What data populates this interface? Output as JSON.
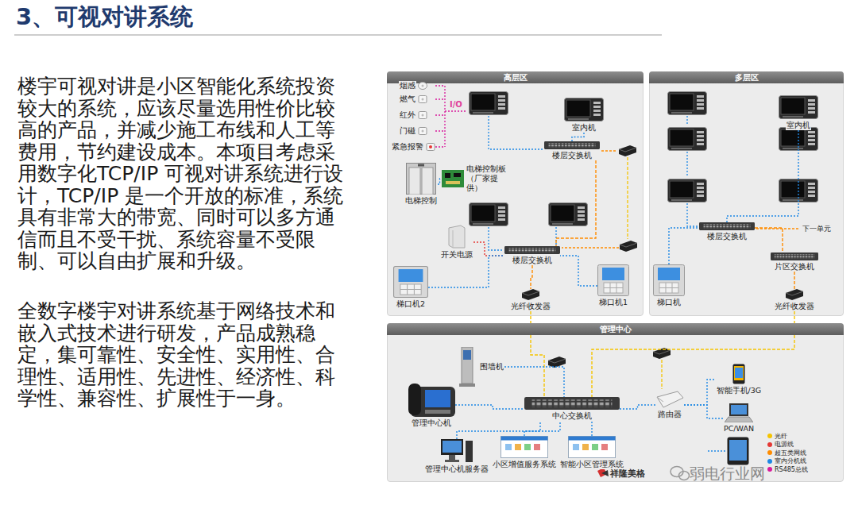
{
  "diagram": {
    "title": "3、可视对讲系统",
    "nodes": [
      {
        "text": [
          "高层区"
        ]
      },
      {
        "text": [
          "多层区"
        ]
      },
      {
        "text": [
          "管理中心"
        ]
      },
      {
        "text": [
          "烟感"
        ],
        "in": 0
      },
      {
        "text": [
          "燃气"
        ],
        "in": 0
      },
      {
        "text": [
          "红外"
        ],
        "in": 0
      },
      {
        "text": [
          "门磁"
        ],
        "in": 0
      },
      {
        "text": [
          "紧急报警"
        ],
        "in": 0
      },
      {
        "text": [
          "室内机"
        ],
        "in": 0
      },
      {
        "text": [
          "楼层交换机"
        ],
        "in": 0
      },
      {
        "text": [
          "电梯控制板（厂家提供）"
        ],
        "in": 0
      },
      {
        "text": [
          "电梯控制"
        ],
        "in": 0
      },
      {
        "text": [
          "开关电源"
        ],
        "in": 0
      },
      {
        "text": [
          "楼层交换机"
        ],
        "in": 0
      },
      {
        "text": [
          "梯口机2"
        ],
        "in": 0
      },
      {
        "text": [
          "光纤收发器"
        ],
        "in": 0
      },
      {
        "text": [
          "梯口机1"
        ],
        "in": 0
      },
      {
        "text": [
          "室内机"
        ],
        "in": 1
      },
      {
        "text": [
          "楼层交换机"
        ],
        "in": 1
      },
      {
        "text": [
          "片区交换机"
        ],
        "in": 1
      },
      {
        "text": [
          "梯口机"
        ],
        "in": 1
      },
      {
        "text": [
          "光纤收发器"
        ],
        "in": 1
      },
      {
        "text": [
          "围墙机"
        ],
        "in": 2
      },
      {
        "text": [
          "管理中心机"
        ],
        "in": 2
      },
      {
        "text": [
          "中心交换机"
        ],
        "in": 2
      },
      {
        "text": [
          "路由器"
        ],
        "in": 2
      },
      {
        "text": [
          "智能手机/3G"
        ],
        "in": 2
      },
      {
        "text": [
          "PC/WAN"
        ],
        "in": 2
      },
      {
        "text": [
          "管理中心机服务器"
        ],
        "in": 2
      },
      {
        "text": [
          "小区增值服务系统"
        ],
        "in": 2
      },
      {
        "text": [
          "智能小区管理系统"
        ],
        "in": 2
      }
    ],
    "edges": [
      {
        "from": 8,
        "to": 9,
        "arrow": "none"
      },
      {
        "from": 9,
        "to": 13,
        "arrow": "none"
      },
      {
        "from": 11,
        "to": 10,
        "arrow": "none"
      },
      {
        "from": 12,
        "to": 13,
        "arrow": "none"
      },
      {
        "from": 14,
        "to": 13,
        "arrow": "none"
      },
      {
        "from": 16,
        "to": 13,
        "arrow": "none"
      },
      {
        "from": 13,
        "to": 15,
        "arrow": "none"
      },
      {
        "from": 15,
        "to": 24,
        "arrow": "none"
      },
      {
        "from": 17,
        "to": 18,
        "arrow": "none"
      },
      {
        "from": 20,
        "to": 18,
        "arrow": "none"
      },
      {
        "from": 18,
        "to": 19,
        "arrow": "none"
      },
      {
        "from": 19,
        "to": 21,
        "arrow": "none"
      },
      {
        "from": 21,
        "to": 24,
        "arrow": "none"
      },
      {
        "from": 22,
        "to": 24,
        "arrow": "none"
      },
      {
        "from": 23,
        "to": 24,
        "arrow": "none"
      },
      {
        "from": 24,
        "to": 25,
        "arrow": "none"
      },
      {
        "from": 25,
        "to": 26,
        "arrow": "none"
      },
      {
        "from": 25,
        "to": 27,
        "arrow": "none"
      },
      {
        "from": 28,
        "to": 24,
        "arrow": "none"
      },
      {
        "from": 29,
        "to": 24,
        "arrow": "none"
      },
      {
        "from": 30,
        "to": 24,
        "arrow": "none"
      }
    ],
    "labels": [
      "楼宇可视对讲是小区智能化系统投资较大的系统，应该尽量选用性价比较高的产品，并减少施工布线和人工等费用，节约建设成本。本项目考虑采用数字化TCP/IP 可视对讲系统进行设计，TCP/IP 是一个开放的标准，系统具有非常大的带宽、同时可以多方通信而且不受干扰、系统容量不受限制、可以自由扩展和升级。",
      "全数字楼宇对讲系统基于网络技术和嵌入式技术进行研发，产品成熟稳定，集可靠性、安全性、实用性、合理性、适用性、先进性、经济性、科学性、兼容性、扩展性于一身。",
      "I/O",
      "下一单元",
      "祥隆美格",
      "弱电行业网"
    ],
    "legend": [
      {
        "text": "光纤",
        "color": "#f5c400"
      },
      {
        "text": "电源线",
        "color": "#e53935"
      },
      {
        "text": "超五类网线",
        "color": "#ff8c00"
      },
      {
        "text": "室内分机线",
        "color": "#1e88e5"
      },
      {
        "text": "RS485总线",
        "color": "#d81b9c"
      }
    ]
  }
}
